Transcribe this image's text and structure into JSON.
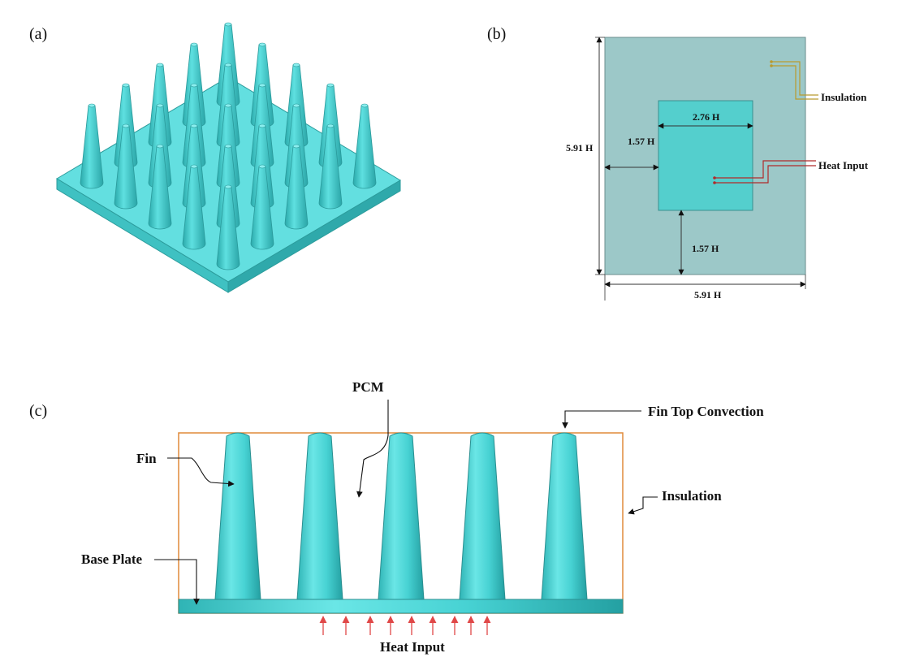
{
  "colors": {
    "fin": "#45d3d3",
    "fin_shade": "#2aa9aa",
    "base_top": "#63dfe0",
    "base_side": "#36b9bb",
    "domain_fill": "#9cc8c8",
    "plate_fill": "#54cfcd",
    "pcm_box": "#e08a3a",
    "insulation_lead": "#b99a2e",
    "heat_lead": "#b02a2a",
    "heat_arrow": "#e04848"
  },
  "panel_a": {
    "label": "(a)"
  },
  "panel_b": {
    "label": "(b)",
    "dim_height": "5.91 H",
    "dim_width": "5.91 H",
    "dim_plate_width": "2.76 H",
    "dim_left_gap": "1.57 H",
    "dim_bottom_gap": "1.57 H",
    "insulation_label": "Insulation",
    "heat_input_label": "Heat Input"
  },
  "panel_c": {
    "label": "(c)",
    "pcm_label": "PCM",
    "fin_top_label": "Fin Top Convection",
    "fin_label": "Fin",
    "insulation_label": "Insulation",
    "base_plate_label": "Base Plate",
    "heat_input_label": "Heat Input"
  }
}
